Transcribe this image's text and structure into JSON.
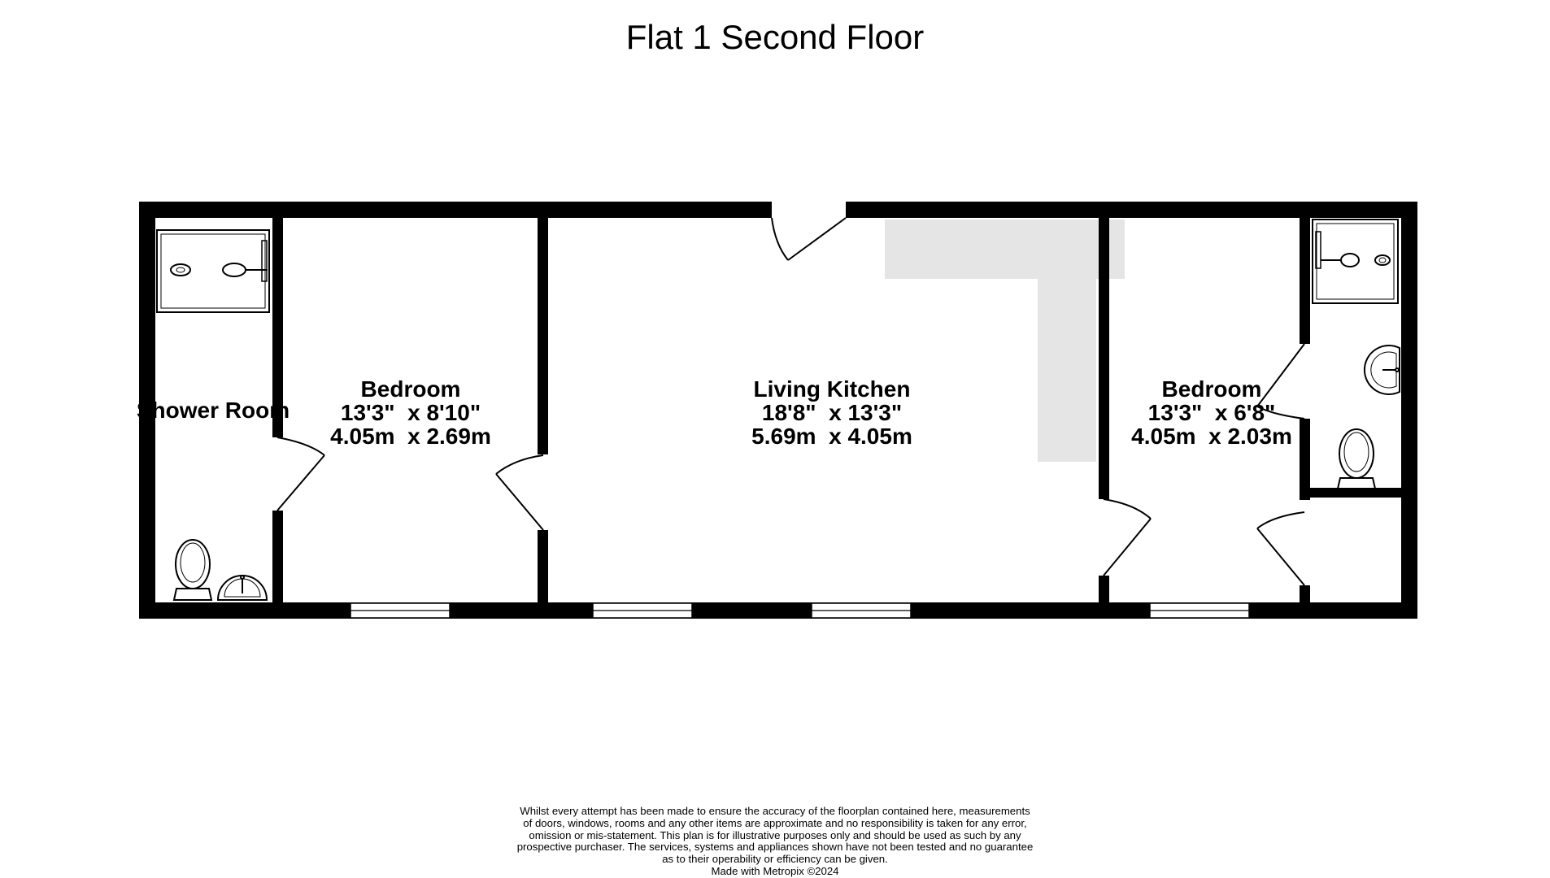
{
  "title": "Flat 1 Second Floor",
  "rooms": {
    "shower_room": {
      "name": "Shower Room"
    },
    "bedroom_1": {
      "name": "Bedroom",
      "imperial": "13'3\"  x 8'10\"",
      "metric": "4.05m  x 2.69m"
    },
    "living_kitchen": {
      "name": "Living Kitchen",
      "imperial": "18'8\"  x 13'3\"",
      "metric": "5.69m  x 4.05m"
    },
    "bedroom_2": {
      "name": "Bedroom",
      "imperial": "13'3\"  x 6'8\"",
      "metric": "4.05m  x 2.03m"
    }
  },
  "disclaimer": [
    "Whilst every attempt has been made to ensure the accuracy of the floorplan contained here, measurements",
    "of doors, windows, rooms and any other items are approximate and no responsibility is taken for any error,",
    "omission or mis-statement. This plan is for illustrative purposes only and should be used as such by any",
    "prospective purchaser. The services, systems and appliances shown have not been tested and no guarantee",
    "as to their operability or efficiency can be given.",
    "Made with Metropix ©2024"
  ],
  "colors": {
    "wall": "#000000",
    "shaded_area": "#e5e5e5",
    "background": "#ffffff"
  }
}
